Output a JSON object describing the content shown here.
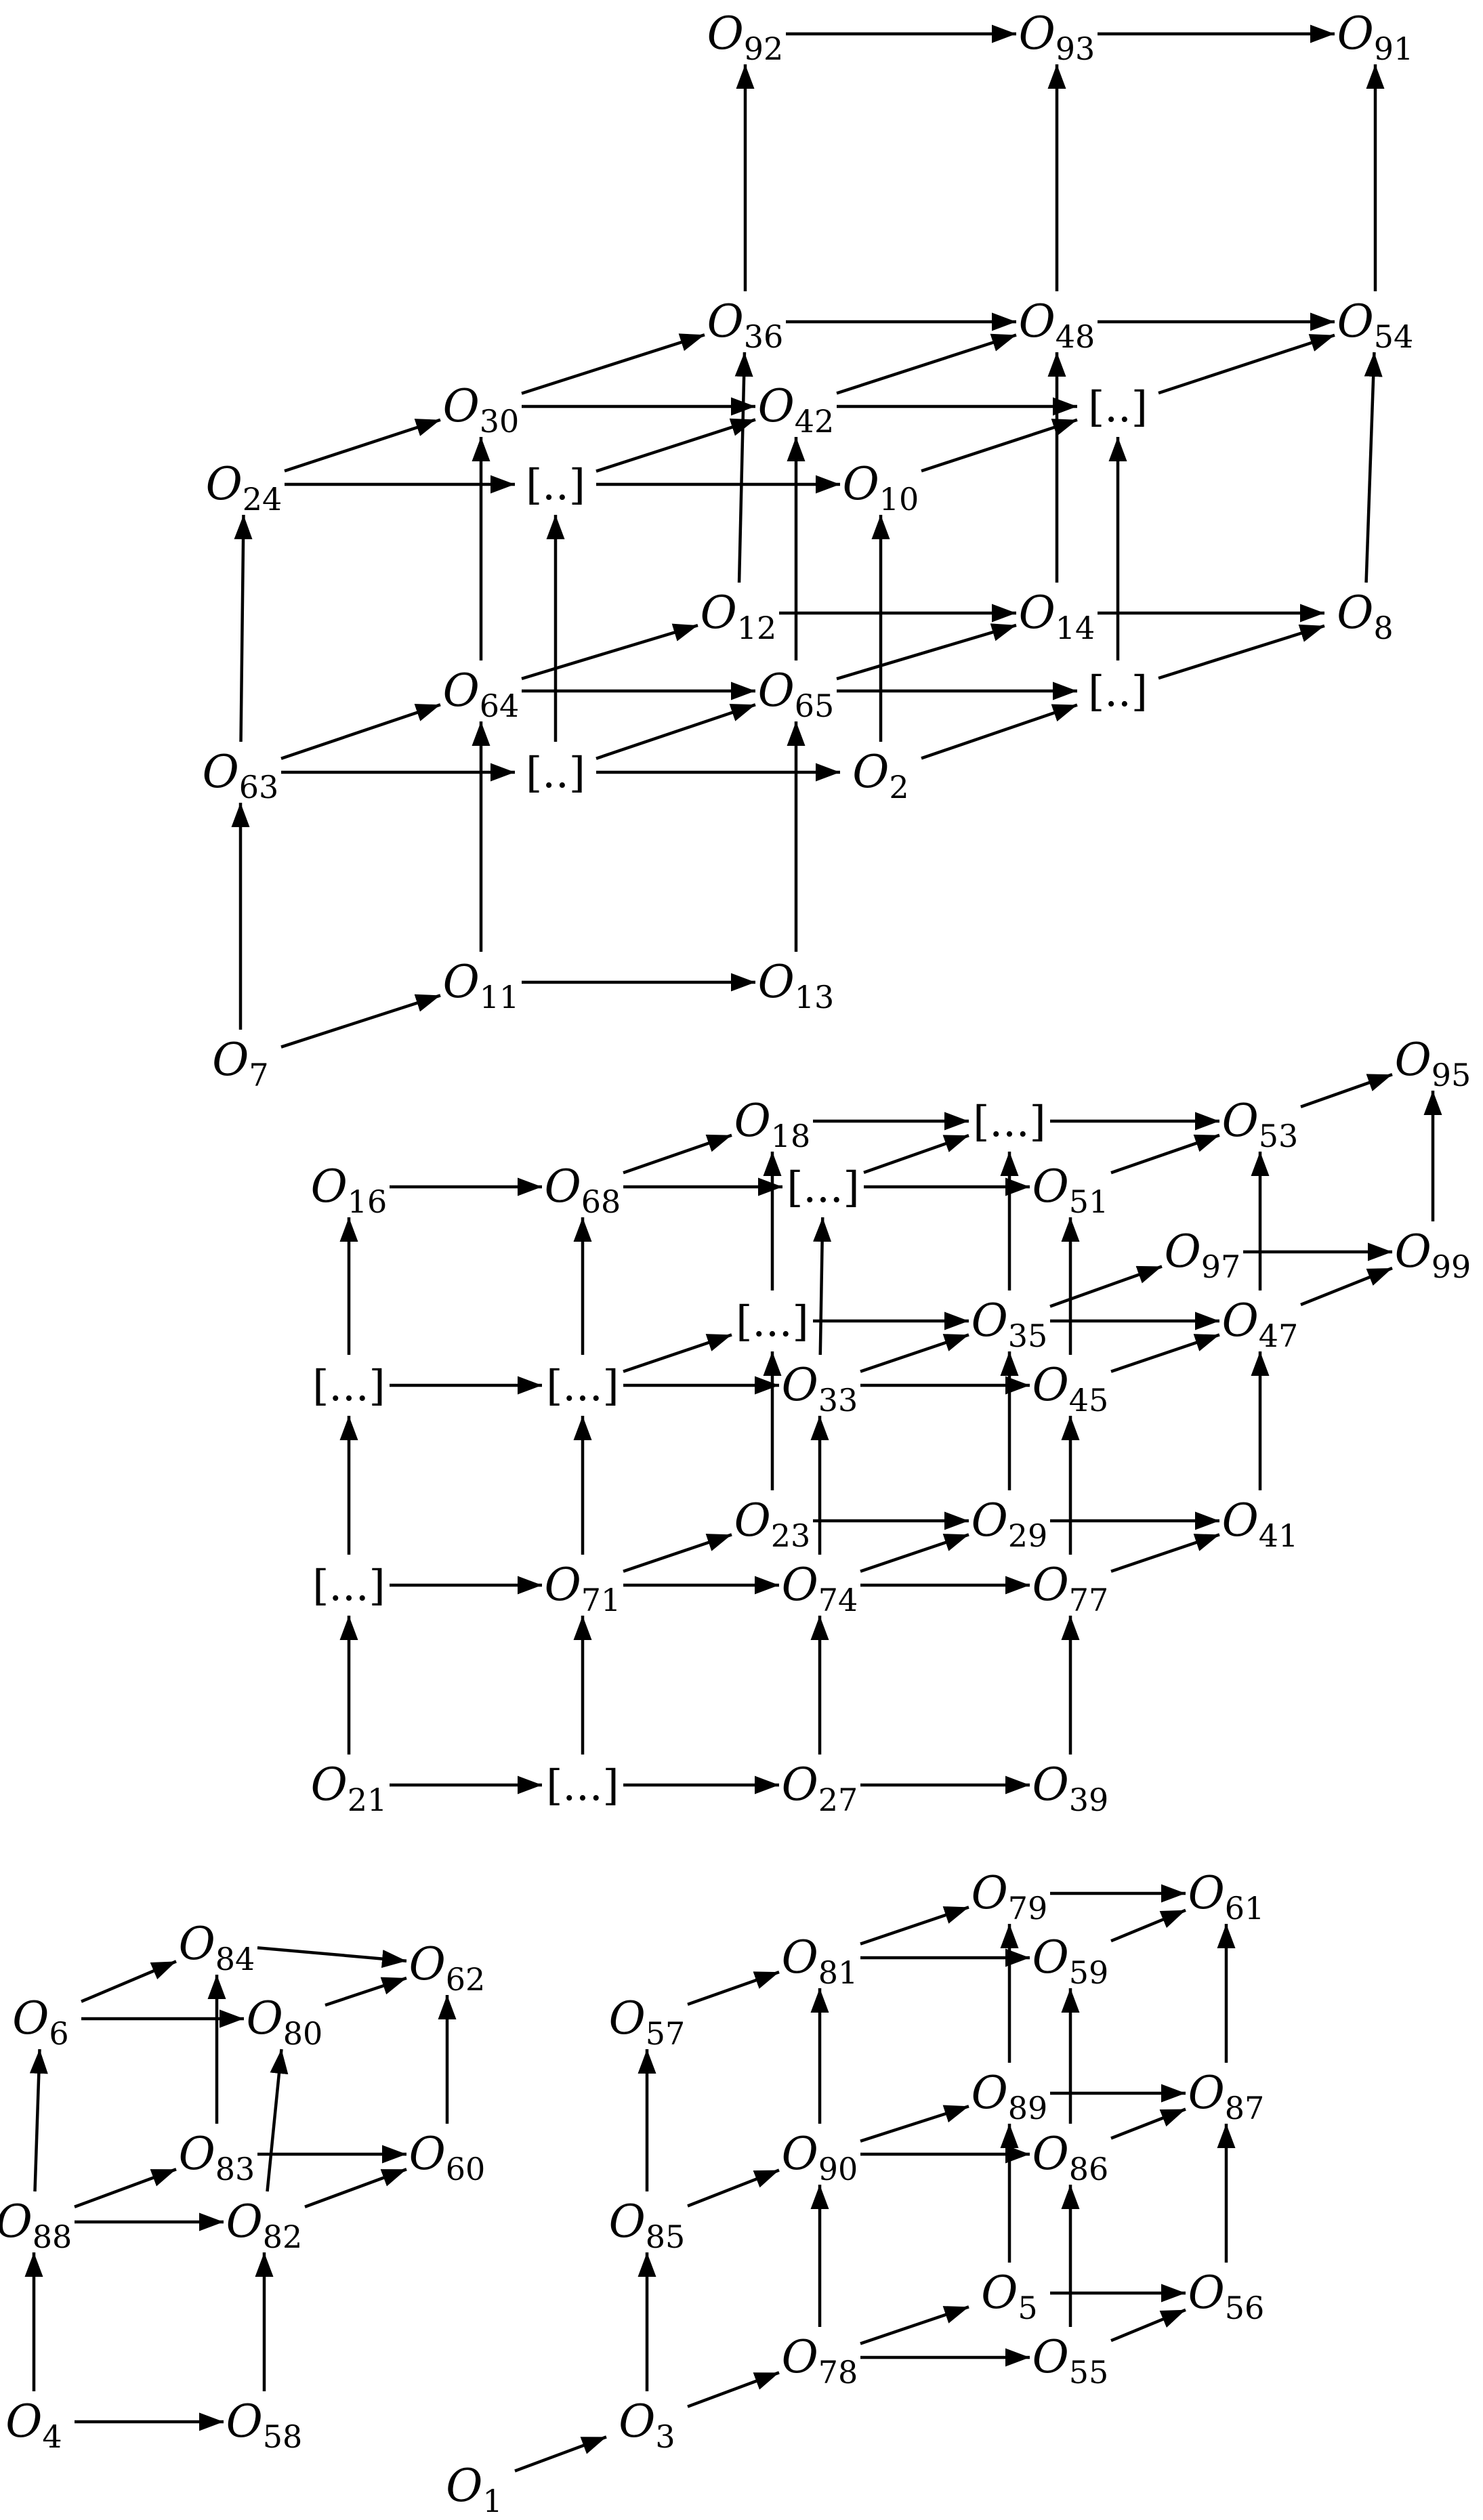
{
  "colors": {
    "ink": "#000000",
    "background": "#ffffff"
  },
  "diagrams": [
    {
      "name": "upper-lattice",
      "nodes": [
        {
          "id": "o92",
          "base": "O",
          "sub": "92"
        },
        {
          "id": "o93",
          "base": "O",
          "sub": "93"
        },
        {
          "id": "o91",
          "base": "O",
          "sub": "91"
        },
        {
          "id": "o36",
          "base": "O",
          "sub": "36"
        },
        {
          "id": "o48",
          "base": "O",
          "sub": "48"
        },
        {
          "id": "o54",
          "base": "O",
          "sub": "54"
        },
        {
          "id": "o30",
          "base": "O",
          "sub": "30"
        },
        {
          "id": "o42",
          "base": "O",
          "sub": "42"
        },
        {
          "id": "dA",
          "text": "[..]"
        },
        {
          "id": "o24",
          "base": "O",
          "sub": "24"
        },
        {
          "id": "dB",
          "text": "[..]"
        },
        {
          "id": "o10",
          "base": "O",
          "sub": "10"
        },
        {
          "id": "o12",
          "base": "O",
          "sub": "12"
        },
        {
          "id": "o14",
          "base": "O",
          "sub": "14"
        },
        {
          "id": "o8",
          "base": "O",
          "sub": "8"
        },
        {
          "id": "o64",
          "base": "O",
          "sub": "64"
        },
        {
          "id": "o65",
          "base": "O",
          "sub": "65"
        },
        {
          "id": "dC",
          "text": "[..]"
        },
        {
          "id": "o63",
          "base": "O",
          "sub": "63"
        },
        {
          "id": "dD",
          "text": "[..]"
        },
        {
          "id": "o2",
          "base": "O",
          "sub": "2"
        },
        {
          "id": "o11",
          "base": "O",
          "sub": "11"
        },
        {
          "id": "o13",
          "base": "O",
          "sub": "13"
        },
        {
          "id": "o7",
          "base": "O",
          "sub": "7"
        }
      ],
      "edges": [
        [
          "o92",
          "o93"
        ],
        [
          "o93",
          "o91"
        ],
        [
          "o36",
          "o92"
        ],
        [
          "o48",
          "o93"
        ],
        [
          "o54",
          "o91"
        ],
        [
          "o36",
          "o48"
        ],
        [
          "o48",
          "o54"
        ],
        [
          "o30",
          "o36"
        ],
        [
          "o42",
          "o48"
        ],
        [
          "dA",
          "o54"
        ],
        [
          "o30",
          "o42"
        ],
        [
          "o42",
          "dA"
        ],
        [
          "o24",
          "o30"
        ],
        [
          "dB",
          "o42"
        ],
        [
          "o10",
          "dA"
        ],
        [
          "o24",
          "dB"
        ],
        [
          "dB",
          "o10"
        ],
        [
          "o12",
          "o36"
        ],
        [
          "o14",
          "o48"
        ],
        [
          "o8",
          "o54"
        ],
        [
          "o12",
          "o14"
        ],
        [
          "o14",
          "o8"
        ],
        [
          "o64",
          "o30"
        ],
        [
          "o65",
          "o42"
        ],
        [
          "dC",
          "dA"
        ],
        [
          "o64",
          "o12"
        ],
        [
          "o65",
          "o14"
        ],
        [
          "dC",
          "o8"
        ],
        [
          "o64",
          "o65"
        ],
        [
          "o65",
          "dC"
        ],
        [
          "o63",
          "o24"
        ],
        [
          "dD",
          "dB"
        ],
        [
          "o2",
          "o10"
        ],
        [
          "o63",
          "o64"
        ],
        [
          "dD",
          "o65"
        ],
        [
          "o2",
          "dC"
        ],
        [
          "o63",
          "dD"
        ],
        [
          "dD",
          "o2"
        ],
        [
          "o11",
          "o64"
        ],
        [
          "o13",
          "o65"
        ],
        [
          "o11",
          "o13"
        ],
        [
          "o7",
          "o63"
        ],
        [
          "o7",
          "o11"
        ]
      ]
    },
    {
      "name": "middle-lattice",
      "nodes": [
        {
          "id": "o18",
          "base": "O",
          "sub": "18"
        },
        {
          "id": "e1",
          "text": "[...]"
        },
        {
          "id": "o53",
          "base": "O",
          "sub": "53"
        },
        {
          "id": "o95",
          "base": "O",
          "sub": "95"
        },
        {
          "id": "o16",
          "base": "O",
          "sub": "16"
        },
        {
          "id": "o68",
          "base": "O",
          "sub": "68"
        },
        {
          "id": "e2",
          "text": "[...]"
        },
        {
          "id": "o51",
          "base": "O",
          "sub": "51"
        },
        {
          "id": "o97",
          "base": "O",
          "sub": "97"
        },
        {
          "id": "o99",
          "base": "O",
          "sub": "99"
        },
        {
          "id": "e3",
          "text": "[...]"
        },
        {
          "id": "o35",
          "base": "O",
          "sub": "35"
        },
        {
          "id": "o47",
          "base": "O",
          "sub": "47"
        },
        {
          "id": "e4",
          "text": "[...]"
        },
        {
          "id": "e5",
          "text": "[...]"
        },
        {
          "id": "o33",
          "base": "O",
          "sub": "33"
        },
        {
          "id": "o45",
          "base": "O",
          "sub": "45"
        },
        {
          "id": "o23",
          "base": "O",
          "sub": "23"
        },
        {
          "id": "o29",
          "base": "O",
          "sub": "29"
        },
        {
          "id": "o41",
          "base": "O",
          "sub": "41"
        },
        {
          "id": "e6",
          "text": "[...]"
        },
        {
          "id": "o71",
          "base": "O",
          "sub": "71"
        },
        {
          "id": "o74",
          "base": "O",
          "sub": "74"
        },
        {
          "id": "o77",
          "base": "O",
          "sub": "77"
        },
        {
          "id": "o21",
          "base": "O",
          "sub": "21"
        },
        {
          "id": "e7",
          "text": "[...]"
        },
        {
          "id": "o27",
          "base": "O",
          "sub": "27"
        },
        {
          "id": "o39",
          "base": "O",
          "sub": "39"
        }
      ],
      "edges": [
        [
          "o18",
          "e1"
        ],
        [
          "e1",
          "o53"
        ],
        [
          "o53",
          "o95"
        ],
        [
          "o16",
          "o68"
        ],
        [
          "o68",
          "o18"
        ],
        [
          "o68",
          "e2"
        ],
        [
          "e2",
          "e1"
        ],
        [
          "e2",
          "o51"
        ],
        [
          "o51",
          "o53"
        ],
        [
          "o97",
          "o99"
        ],
        [
          "o99",
          "o95"
        ],
        [
          "e3",
          "o18"
        ],
        [
          "e3",
          "o35"
        ],
        [
          "o35",
          "e1"
        ],
        [
          "o35",
          "o97"
        ],
        [
          "o35",
          "o47"
        ],
        [
          "o47",
          "o53"
        ],
        [
          "o47",
          "o99"
        ],
        [
          "e4",
          "o16"
        ],
        [
          "e4",
          "e5"
        ],
        [
          "e5",
          "o68"
        ],
        [
          "e5",
          "e3"
        ],
        [
          "e5",
          "o33"
        ],
        [
          "o33",
          "e2"
        ],
        [
          "o33",
          "o35"
        ],
        [
          "o33",
          "o45"
        ],
        [
          "o45",
          "o51"
        ],
        [
          "o45",
          "o47"
        ],
        [
          "o23",
          "e3"
        ],
        [
          "o23",
          "o29"
        ],
        [
          "o29",
          "o35"
        ],
        [
          "o29",
          "o41"
        ],
        [
          "o41",
          "o47"
        ],
        [
          "e6",
          "e4"
        ],
        [
          "e6",
          "o71"
        ],
        [
          "o71",
          "e5"
        ],
        [
          "o71",
          "o23"
        ],
        [
          "o71",
          "o74"
        ],
        [
          "o74",
          "o33"
        ],
        [
          "o74",
          "o29"
        ],
        [
          "o74",
          "o77"
        ],
        [
          "o77",
          "o45"
        ],
        [
          "o77",
          "o41"
        ],
        [
          "o21",
          "e6"
        ],
        [
          "o21",
          "e7"
        ],
        [
          "e7",
          "o71"
        ],
        [
          "e7",
          "o27"
        ],
        [
          "o27",
          "o74"
        ],
        [
          "o27",
          "o39"
        ],
        [
          "o39",
          "o77"
        ]
      ]
    },
    {
      "name": "lower-left-cube",
      "nodes": [
        {
          "id": "o84",
          "base": "O",
          "sub": "84"
        },
        {
          "id": "o62",
          "base": "O",
          "sub": "62"
        },
        {
          "id": "o6",
          "base": "O",
          "sub": "6"
        },
        {
          "id": "o80",
          "base": "O",
          "sub": "80"
        },
        {
          "id": "o83",
          "base": "O",
          "sub": "83"
        },
        {
          "id": "o60",
          "base": "O",
          "sub": "60"
        },
        {
          "id": "o88",
          "base": "O",
          "sub": "88"
        },
        {
          "id": "o82",
          "base": "O",
          "sub": "82"
        },
        {
          "id": "o4",
          "base": "O",
          "sub": "4"
        },
        {
          "id": "o58",
          "base": "O",
          "sub": "58"
        }
      ],
      "edges": [
        [
          "o84",
          "o62"
        ],
        [
          "o6",
          "o84"
        ],
        [
          "o6",
          "o80"
        ],
        [
          "o80",
          "o62"
        ],
        [
          "o83",
          "o84"
        ],
        [
          "o83",
          "o60"
        ],
        [
          "o60",
          "o62"
        ],
        [
          "o82",
          "o80"
        ],
        [
          "o88",
          "o6"
        ],
        [
          "o88",
          "o83"
        ],
        [
          "o88",
          "o82"
        ],
        [
          "o82",
          "o60"
        ],
        [
          "o4",
          "o88"
        ],
        [
          "o4",
          "o58"
        ],
        [
          "o58",
          "o82"
        ]
      ]
    },
    {
      "name": "lower-right-lattice",
      "nodes": [
        {
          "id": "o79",
          "base": "O",
          "sub": "79"
        },
        {
          "id": "o61",
          "base": "O",
          "sub": "61"
        },
        {
          "id": "o81",
          "base": "O",
          "sub": "81"
        },
        {
          "id": "o59",
          "base": "O",
          "sub": "59"
        },
        {
          "id": "o57",
          "base": "O",
          "sub": "57"
        },
        {
          "id": "o89",
          "base": "O",
          "sub": "89"
        },
        {
          "id": "o87",
          "base": "O",
          "sub": "87"
        },
        {
          "id": "o90",
          "base": "O",
          "sub": "90"
        },
        {
          "id": "o86",
          "base": "O",
          "sub": "86"
        },
        {
          "id": "o85",
          "base": "O",
          "sub": "85"
        },
        {
          "id": "o5",
          "base": "O",
          "sub": "5"
        },
        {
          "id": "o56",
          "base": "O",
          "sub": "56"
        },
        {
          "id": "o78",
          "base": "O",
          "sub": "78"
        },
        {
          "id": "o55",
          "base": "O",
          "sub": "55"
        },
        {
          "id": "o3",
          "base": "O",
          "sub": "3"
        },
        {
          "id": "o1",
          "base": "O",
          "sub": "1"
        }
      ],
      "edges": [
        [
          "o79",
          "o61"
        ],
        [
          "o81",
          "o79"
        ],
        [
          "o81",
          "o59"
        ],
        [
          "o59",
          "o61"
        ],
        [
          "o57",
          "o81"
        ],
        [
          "o89",
          "o79"
        ],
        [
          "o89",
          "o87"
        ],
        [
          "o87",
          "o61"
        ],
        [
          "o86",
          "o59"
        ],
        [
          "o86",
          "o87"
        ],
        [
          "o90",
          "o81"
        ],
        [
          "o90",
          "o89"
        ],
        [
          "o90",
          "o86"
        ],
        [
          "o85",
          "o57"
        ],
        [
          "o85",
          "o90"
        ],
        [
          "o5",
          "o89"
        ],
        [
          "o5",
          "o56"
        ],
        [
          "o56",
          "o87"
        ],
        [
          "o55",
          "o86"
        ],
        [
          "o55",
          "o56"
        ],
        [
          "o78",
          "o90"
        ],
        [
          "o78",
          "o5"
        ],
        [
          "o78",
          "o55"
        ],
        [
          "o3",
          "o85"
        ],
        [
          "o3",
          "o78"
        ],
        [
          "o1",
          "o3"
        ]
      ]
    }
  ]
}
